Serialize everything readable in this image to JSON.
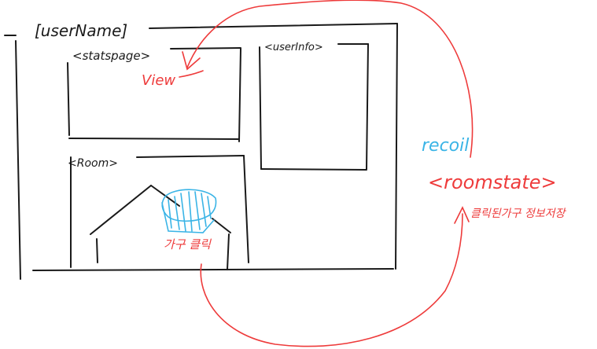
{
  "labels": {
    "username": "[userName]",
    "stats_page": "<statspage>",
    "user_info": "<userInfo>",
    "room": "<Room>",
    "view": "View",
    "recoil": "recoil",
    "room_state": "<roomstate>",
    "click_furniture": "가구 클릭",
    "store_info": "클릭된가구 정보저장"
  },
  "colors": {
    "ink": "#1a1a1a",
    "annotation": "#ee3b3b",
    "highlight": "#3ab4e6"
  }
}
